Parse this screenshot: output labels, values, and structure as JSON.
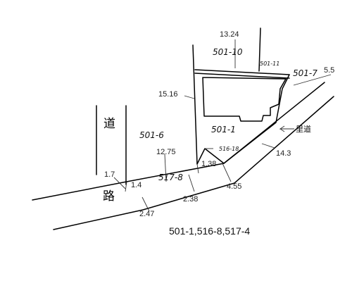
{
  "diagram": {
    "measurements": {
      "top_width": "13.24",
      "right_short": "5.5",
      "left_side": "15.16",
      "front_5011": "12.75",
      "right_road": "14.3",
      "corner_a": "1.7",
      "corner_b": "1.4",
      "bottom_a": "2.47",
      "bottom_b": "2.38",
      "mid_a": "1.38",
      "mid_b": "4.55"
    },
    "parcels": {
      "p501_10": "501-10",
      "p501_11": "501-11",
      "p501_7": "501-7",
      "p501_6": "501-6",
      "p501_1": "501-1",
      "p516_18": "516-18",
      "p517_8": "517-8"
    },
    "road": {
      "char_1": "道",
      "char_2": "路",
      "village_road": "里道"
    },
    "caption": "501-1,516-8,517-4"
  }
}
